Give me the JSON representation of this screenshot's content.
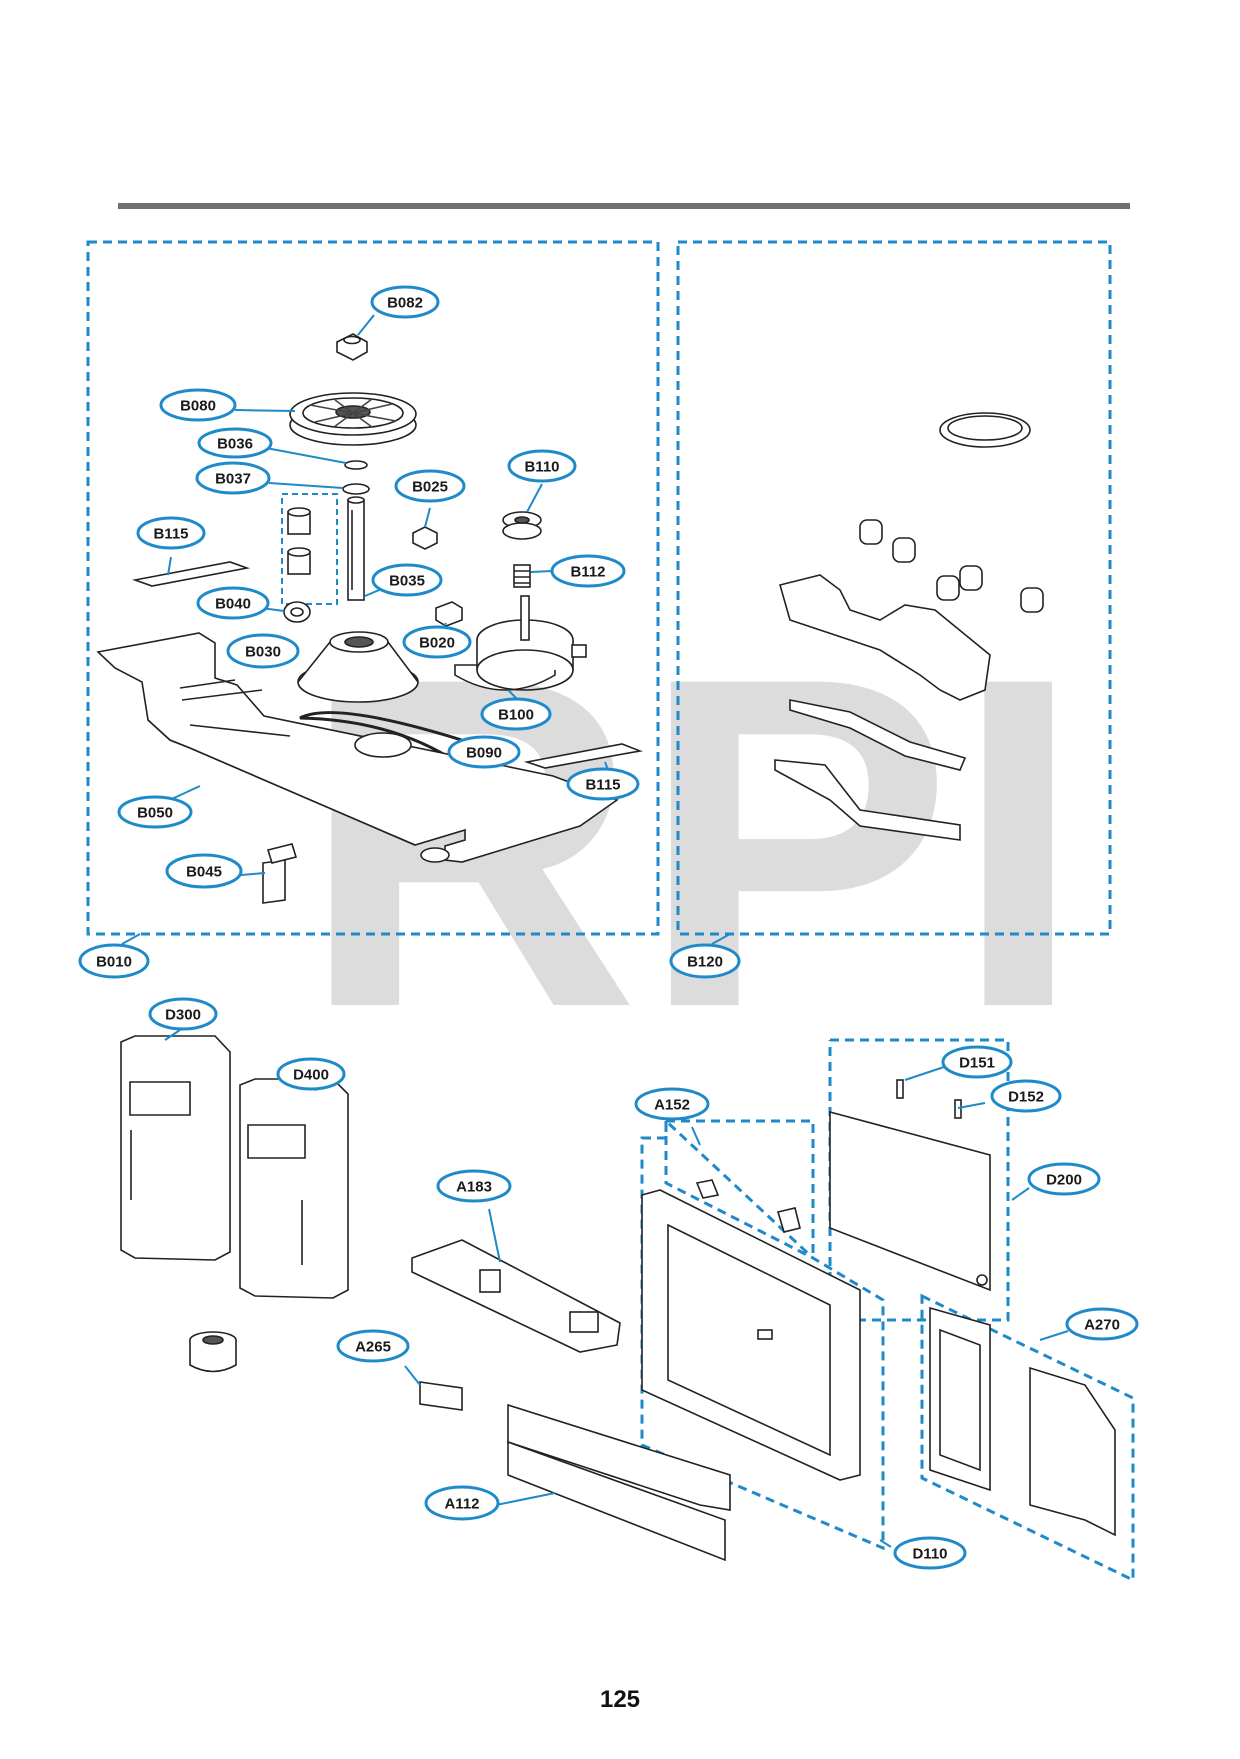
{
  "watermark": "RPI",
  "page_number": "125",
  "colors": {
    "callout": "#1e8ac9",
    "dashed_frame": "#1e8ac9",
    "part_line": "#222222",
    "rule": "#707070"
  },
  "callouts": {
    "b082": "B082",
    "b080": "B080",
    "b036": "B036",
    "b037": "B037",
    "b025": "B025",
    "b110": "B110",
    "b115_left": "B115",
    "b112": "B112",
    "b040": "B040",
    "b035": "B035",
    "b020": "B020",
    "b030": "B030",
    "b100": "B100",
    "b090": "B090",
    "b115_right": "B115",
    "b050": "B050",
    "b045": "B045",
    "b010": "B010",
    "b120": "B120",
    "d300": "D300",
    "d400": "D400",
    "d151": "D151",
    "d152": "D152",
    "a152": "A152",
    "d200": "D200",
    "a183": "A183",
    "a265": "A265",
    "a270": "A270",
    "a112": "A112",
    "d110": "D110"
  }
}
